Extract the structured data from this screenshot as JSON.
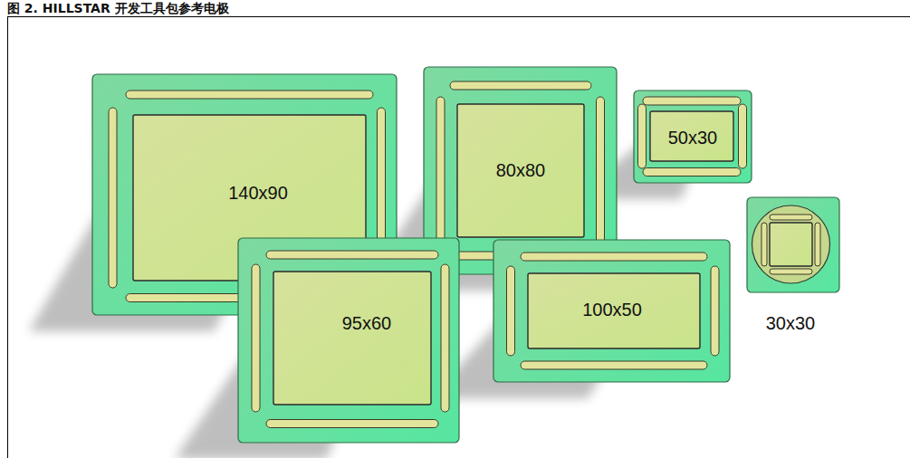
{
  "diagram": {
    "title": "图 2. HILLSTAR 开发工具包参考电极",
    "nodes": [
      {
        "text": [
          "140x90"
        ]
      },
      {
        "text": [
          "80x80"
        ]
      },
      {
        "text": [
          "50x30"
        ]
      },
      {
        "text": [
          "30x30"
        ]
      },
      {
        "text": [
          "95x60"
        ]
      },
      {
        "text": [
          "100x50"
        ]
      }
    ]
  }
}
